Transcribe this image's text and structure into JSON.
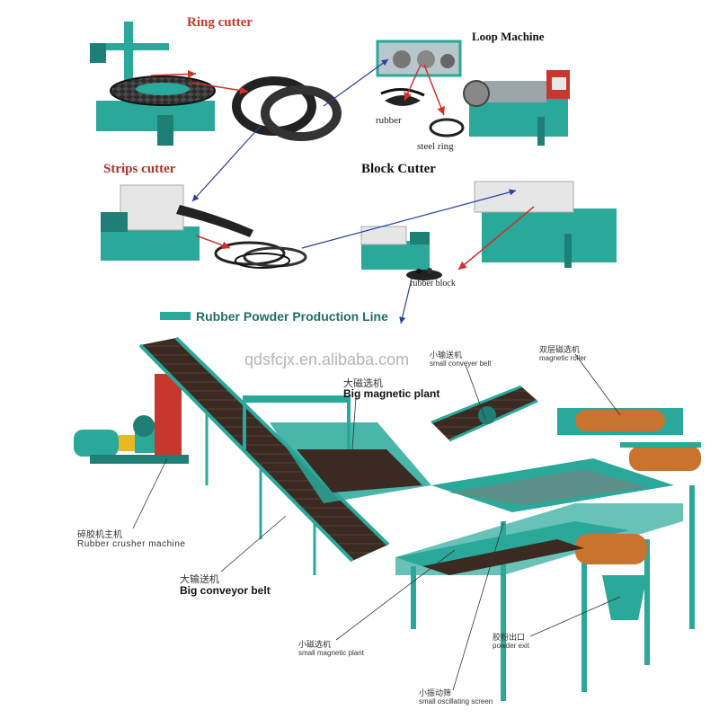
{
  "top_flow": {
    "ring_cutter": "Ring cutter",
    "loop_machine": "Loop Machine",
    "rubber": "rubber",
    "steel_ring": "steel ring",
    "strips_cutter": "Strips cutter",
    "block_cutter": "Block Cutter",
    "rubber_block": "rubber block"
  },
  "section_title": "Rubber Powder Production Line",
  "watermark": "qdsfcjx.en.alibaba.com",
  "line_labels": {
    "small_conveyor_cn": "小输送机",
    "small_conveyor_en": "small conveyer belt",
    "big_magnetic_cn": "大磁选机",
    "big_magnetic_en": "Big magnetic plant",
    "magnetic_roller_cn": "双层磁选机",
    "magnetic_roller_en": "magnetic roller",
    "crusher_cn": "碎胶机主机",
    "crusher_en": "Rubber crusher machine",
    "big_conveyor_cn": "大输送机",
    "big_conveyor_en": "Big conveyor belt",
    "small_magnetic_cn": "小磁选机",
    "small_magnetic_en": "small magnetic plant",
    "powder_exit_cn": "胶粉出口",
    "powder_exit_en": "powder exit",
    "oscillating_cn": "小振动筛",
    "oscillating_en": "small oscillating screen"
  },
  "colors": {
    "machine_teal": "#2aa89a",
    "machine_dark": "#1d7f75",
    "arrow_red": "#d0302a",
    "arrow_blue": "#2a3f9e",
    "belt_dark": "#3a2a22",
    "roller_orange": "#c8742e"
  }
}
